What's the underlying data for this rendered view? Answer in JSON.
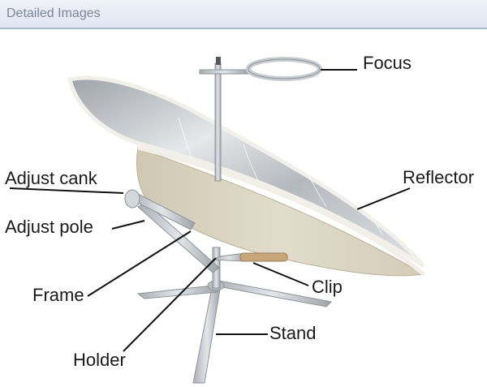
{
  "header": {
    "title": "Detailed Images"
  },
  "labels": {
    "focus": "Focus",
    "reflector": "Reflector",
    "adjust_cank": "Adjust cank",
    "adjust_pole": "Adjust pole",
    "frame": "Frame",
    "clip": "Clip",
    "stand": "Stand",
    "holder": "Holder"
  },
  "colors": {
    "header_text": "#7d8798",
    "dish_back": "#d7d0bd",
    "dish_rim": "#f1efe8",
    "reflector": "#c5c8cc",
    "metal": "#c8ccd0",
    "leader_line": "#111111"
  }
}
